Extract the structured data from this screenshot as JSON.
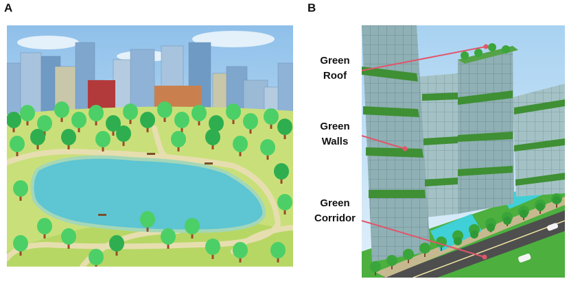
{
  "panels": {
    "a": {
      "letter": "A"
    },
    "b": {
      "letter": "B"
    }
  },
  "callouts": {
    "roof": {
      "line1": "Green",
      "line2": "Roof"
    },
    "walls": {
      "line1": "Green",
      "line2": "Walls"
    },
    "corridor": {
      "line1": "Green",
      "line2": "Corridor"
    }
  },
  "colors": {
    "sky": "#a9cfee",
    "grass": "#c9e07a",
    "lake": "#5ec5d2",
    "path": "#e7deb0",
    "tree": "#3fbf5a",
    "trunk": "#9b4a2a",
    "building": "#7ea9c8",
    "callout_line": "#e0566b"
  }
}
